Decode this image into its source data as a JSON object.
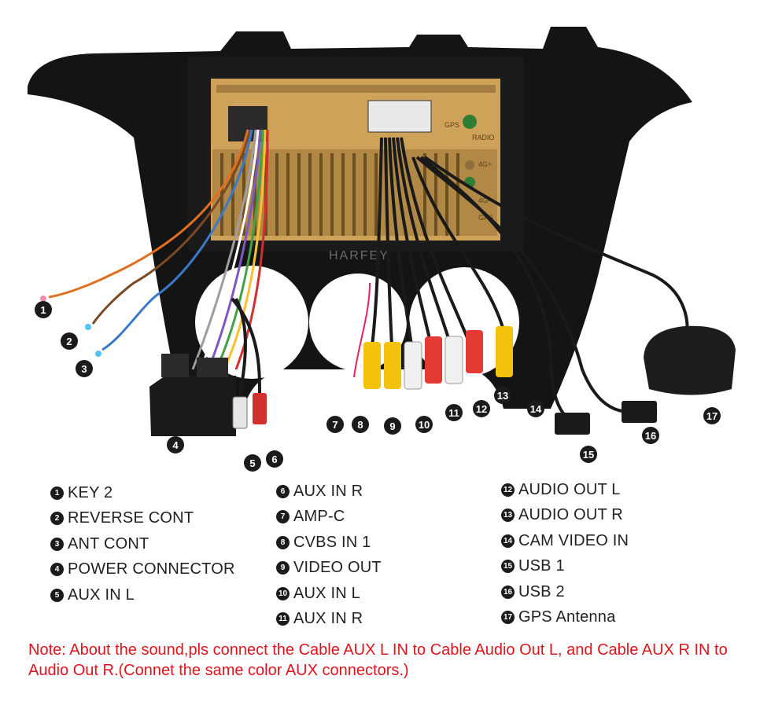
{
  "brand_watermark": "HARFEY",
  "unit_labels": {
    "gps": "GPS",
    "radio": "RADIO",
    "g4_plus": "4G+",
    "g4_minus": "4G-",
    "gps2": "GPS"
  },
  "callouts": [
    "1",
    "2",
    "3",
    "4",
    "5",
    "6",
    "7",
    "8",
    "9",
    "10",
    "11",
    "12",
    "13",
    "14",
    "15",
    "16",
    "17"
  ],
  "legend": {
    "col1": [
      {
        "num": "1",
        "label": "KEY 2"
      },
      {
        "num": "2",
        "label": "REVERSE CONT"
      },
      {
        "num": "3",
        "label": "ANT CONT"
      },
      {
        "num": "4",
        "label": "POWER CONNECTOR"
      },
      {
        "num": "5",
        "label": "AUX IN L"
      }
    ],
    "col2": [
      {
        "num": "6",
        "label": "AUX IN R"
      },
      {
        "num": "7",
        "label": "AMP-C"
      },
      {
        "num": "8",
        "label": "CVBS IN 1"
      },
      {
        "num": "9",
        "label": "VIDEO OUT"
      },
      {
        "num": "10",
        "label": "AUX IN L"
      },
      {
        "num": "11",
        "label": "AUX IN R"
      }
    ],
    "col3": [
      {
        "num": "12",
        "label": "AUDIO OUT L"
      },
      {
        "num": "13",
        "label": "AUDIO OUT R"
      },
      {
        "num": "14",
        "label": "CAM VIDEO IN"
      },
      {
        "num": "15",
        "label": "USB 1"
      },
      {
        "num": "16",
        "label": "USB 2"
      },
      {
        "num": "17",
        "label": "GPS Antenna"
      }
    ]
  },
  "note": "Note: About the sound,pls connect the Cable AUX L IN to Cable Audio Out L, and Cable AUX R IN to  Audio Out R.(Connet the same color AUX connectors.)",
  "colors": {
    "note": "#e0141c",
    "badge": "#1b1b1b",
    "chassis": "#cfa25a",
    "frame": "#141414"
  }
}
